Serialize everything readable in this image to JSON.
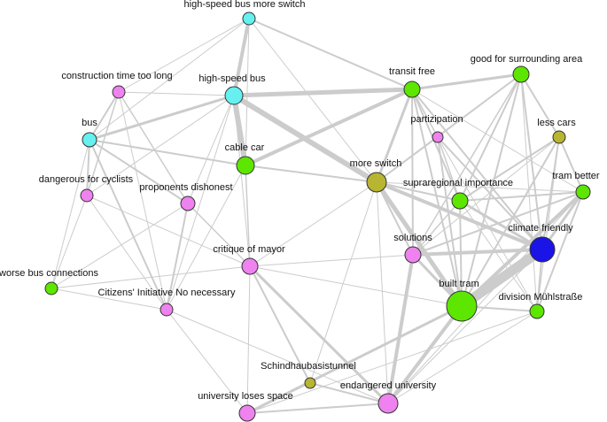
{
  "colors": {
    "magenta": "#ee82ee",
    "green": "#5de600",
    "cyan": "#66f0f0",
    "olive": "#b7b531",
    "blue": "#1a14e6",
    "edge": "#cccccc"
  },
  "nodes": [
    {
      "id": "hsb_switch",
      "label": "high-speed bus more switch",
      "group": "cyan",
      "size": 7
    },
    {
      "id": "constr",
      "label": "construction time too long",
      "group": "magenta",
      "size": 7
    },
    {
      "id": "hsb",
      "label": "high-speed bus",
      "group": "cyan",
      "size": 10
    },
    {
      "id": "transit",
      "label": "transit free",
      "group": "green",
      "size": 9
    },
    {
      "id": "good",
      "label": "good for surrounding area",
      "group": "green",
      "size": 9
    },
    {
      "id": "bus",
      "label": "bus",
      "group": "cyan",
      "size": 8
    },
    {
      "id": "partiz",
      "label": "partizipation",
      "group": "magenta",
      "size": 6
    },
    {
      "id": "lesscars",
      "label": "less cars",
      "group": "olive",
      "size": 7
    },
    {
      "id": "cablecar",
      "label": "cable car",
      "group": "green",
      "size": 10
    },
    {
      "id": "moreswitch",
      "label": "more switch",
      "group": "olive",
      "size": 11
    },
    {
      "id": "danger",
      "label": "dangerous for cyclists",
      "group": "magenta",
      "size": 7
    },
    {
      "id": "proponents",
      "label": "proponents dishonest",
      "group": "magenta",
      "size": 8
    },
    {
      "id": "supra",
      "label": "supraregional importance",
      "group": "green",
      "size": 9
    },
    {
      "id": "trambetter",
      "label": "tram better",
      "group": "green",
      "size": 8
    },
    {
      "id": "solutions",
      "label": "solutions",
      "group": "magenta",
      "size": 9
    },
    {
      "id": "climate",
      "label": "climate friendly",
      "group": "blue",
      "size": 14
    },
    {
      "id": "critique",
      "label": "critique of mayor",
      "group": "magenta",
      "size": 9
    },
    {
      "id": "worsebus",
      "label": "worse bus connections",
      "group": "green",
      "size": 7
    },
    {
      "id": "builttram",
      "label": "built tram",
      "group": "green",
      "size": 17
    },
    {
      "id": "division",
      "label": "division Mühlstraße",
      "group": "green",
      "size": 8
    },
    {
      "id": "citizens",
      "label": "Citizens' Initiative No necessary",
      "group": "magenta",
      "size": 7
    },
    {
      "id": "schind",
      "label": "Schindhaubasistunnel",
      "group": "olive",
      "size": 6
    },
    {
      "id": "endangered",
      "label": "endangered university",
      "group": "magenta",
      "size": 11
    },
    {
      "id": "univloses",
      "label": "university loses space",
      "group": "magenta",
      "size": 9
    }
  ],
  "edges": [
    [
      "builttram",
      "climate",
      11
    ],
    [
      "hsb",
      "moreswitch",
      6
    ],
    [
      "hsb",
      "transit",
      5
    ],
    [
      "hsb_switch",
      "hsb",
      4
    ],
    [
      "moreswitch",
      "builttram",
      5
    ],
    [
      "moreswitch",
      "climate",
      4
    ],
    [
      "endangered",
      "solutions",
      4
    ],
    [
      "endangered",
      "builttram",
      4
    ],
    [
      "cablecar",
      "transit",
      4
    ],
    [
      "hsb",
      "cablecar",
      6
    ],
    [
      "supra",
      "climate",
      3
    ],
    [
      "solutions",
      "climate",
      4
    ],
    [
      "trambetter",
      "builttram",
      4
    ],
    [
      "trambetter",
      "climate",
      3
    ],
    [
      "critique",
      "endangered",
      3
    ],
    [
      "univloses",
      "builttram",
      3
    ],
    [
      "transit",
      "moreswitch",
      3
    ],
    [
      "good",
      "transit",
      3
    ],
    [
      "hsb",
      "bus",
      3
    ],
    [
      "bus",
      "danger",
      2
    ],
    [
      "hsb_switch",
      "transit",
      2
    ],
    [
      "constr",
      "bus",
      2
    ],
    [
      "constr",
      "danger",
      1.5
    ],
    [
      "constr",
      "proponents",
      1.5
    ],
    [
      "constr",
      "citizens",
      1
    ],
    [
      "constr",
      "hsb",
      1
    ],
    [
      "bus",
      "proponents",
      2
    ],
    [
      "bus",
      "citizens",
      2
    ],
    [
      "bus",
      "cablecar",
      2
    ],
    [
      "bus",
      "worsebus",
      1
    ],
    [
      "danger",
      "citizens",
      1
    ],
    [
      "danger",
      "critique",
      1
    ],
    [
      "danger",
      "worsebus",
      1
    ],
    [
      "proponents",
      "citizens",
      2
    ],
    [
      "proponents",
      "critique",
      1.5
    ],
    [
      "proponents",
      "worsebus",
      1
    ],
    [
      "cablecar",
      "critique",
      1.5
    ],
    [
      "cablecar",
      "moreswitch",
      2
    ],
    [
      "cablecar",
      "citizens",
      1
    ],
    [
      "cablecar",
      "bus",
      1
    ],
    [
      "critique",
      "schind",
      2
    ],
    [
      "critique",
      "univloses",
      1
    ],
    [
      "critique",
      "solutions",
      1
    ],
    [
      "schind",
      "endangered",
      2
    ],
    [
      "schind",
      "univloses",
      1
    ],
    [
      "univloses",
      "endangered",
      2
    ],
    [
      "citizens",
      "endangered",
      1
    ],
    [
      "citizens",
      "univloses",
      1
    ],
    [
      "hsb",
      "proponents",
      1
    ],
    [
      "hsb",
      "danger",
      1
    ],
    [
      "hsb",
      "critique",
      1
    ],
    [
      "hsb",
      "citizens",
      1
    ],
    [
      "hsb_switch",
      "constr",
      1
    ],
    [
      "hsb_switch",
      "bus",
      1
    ],
    [
      "hsb_switch",
      "cablecar",
      1
    ],
    [
      "hsb_switch",
      "moreswitch",
      1
    ],
    [
      "transit",
      "supra",
      2
    ],
    [
      "transit",
      "builttram",
      2
    ],
    [
      "transit",
      "solutions",
      2
    ],
    [
      "transit",
      "climate",
      2
    ],
    [
      "transit",
      "partiz",
      1.5
    ],
    [
      "good",
      "supra",
      2
    ],
    [
      "good",
      "climate",
      2
    ],
    [
      "good",
      "builttram",
      2
    ],
    [
      "good",
      "moreswitch",
      2
    ],
    [
      "good",
      "lesscars",
      2
    ],
    [
      "good",
      "solutions",
      1.5
    ],
    [
      "good",
      "division",
      1
    ],
    [
      "good",
      "partiz",
      1
    ],
    [
      "partiz",
      "climate",
      2
    ],
    [
      "partiz",
      "builttram",
      2
    ],
    [
      "partiz",
      "supra",
      1.5
    ],
    [
      "partiz",
      "division",
      1
    ],
    [
      "partiz",
      "moreswitch",
      1.5
    ],
    [
      "lesscars",
      "climate",
      2
    ],
    [
      "lesscars",
      "builttram",
      2
    ],
    [
      "lesscars",
      "supra",
      2
    ],
    [
      "lesscars",
      "trambetter",
      2
    ],
    [
      "lesscars",
      "solutions",
      1
    ],
    [
      "lesscars",
      "division",
      1
    ],
    [
      "supra",
      "builttram",
      2
    ],
    [
      "supra",
      "solutions",
      1.5
    ],
    [
      "supra",
      "trambetter",
      2
    ],
    [
      "supra",
      "division",
      1
    ],
    [
      "supra",
      "moreswitch",
      2
    ],
    [
      "trambetter",
      "solutions",
      2
    ],
    [
      "trambetter",
      "division",
      2
    ],
    [
      "trambetter",
      "moreswitch",
      1
    ],
    [
      "trambetter",
      "endangered",
      1
    ],
    [
      "climate",
      "division",
      2
    ],
    [
      "builttram",
      "division",
      2
    ],
    [
      "builttram",
      "solutions",
      3
    ],
    [
      "builttram",
      "endangered",
      2
    ],
    [
      "moreswitch",
      "solutions",
      2
    ],
    [
      "moreswitch",
      "endangered",
      1
    ],
    [
      "moreswitch",
      "critique",
      1
    ],
    [
      "moreswitch",
      "schind",
      1
    ],
    [
      "critique",
      "builttram",
      1
    ],
    [
      "univloses",
      "division",
      1
    ],
    [
      "climate",
      "endangered",
      1
    ],
    [
      "worsebus",
      "citizens",
      1
    ],
    [
      "worsebus",
      "critique",
      1
    ],
    [
      "transit",
      "trambetter",
      1
    ],
    [
      "endangered",
      "division",
      1
    ]
  ]
}
